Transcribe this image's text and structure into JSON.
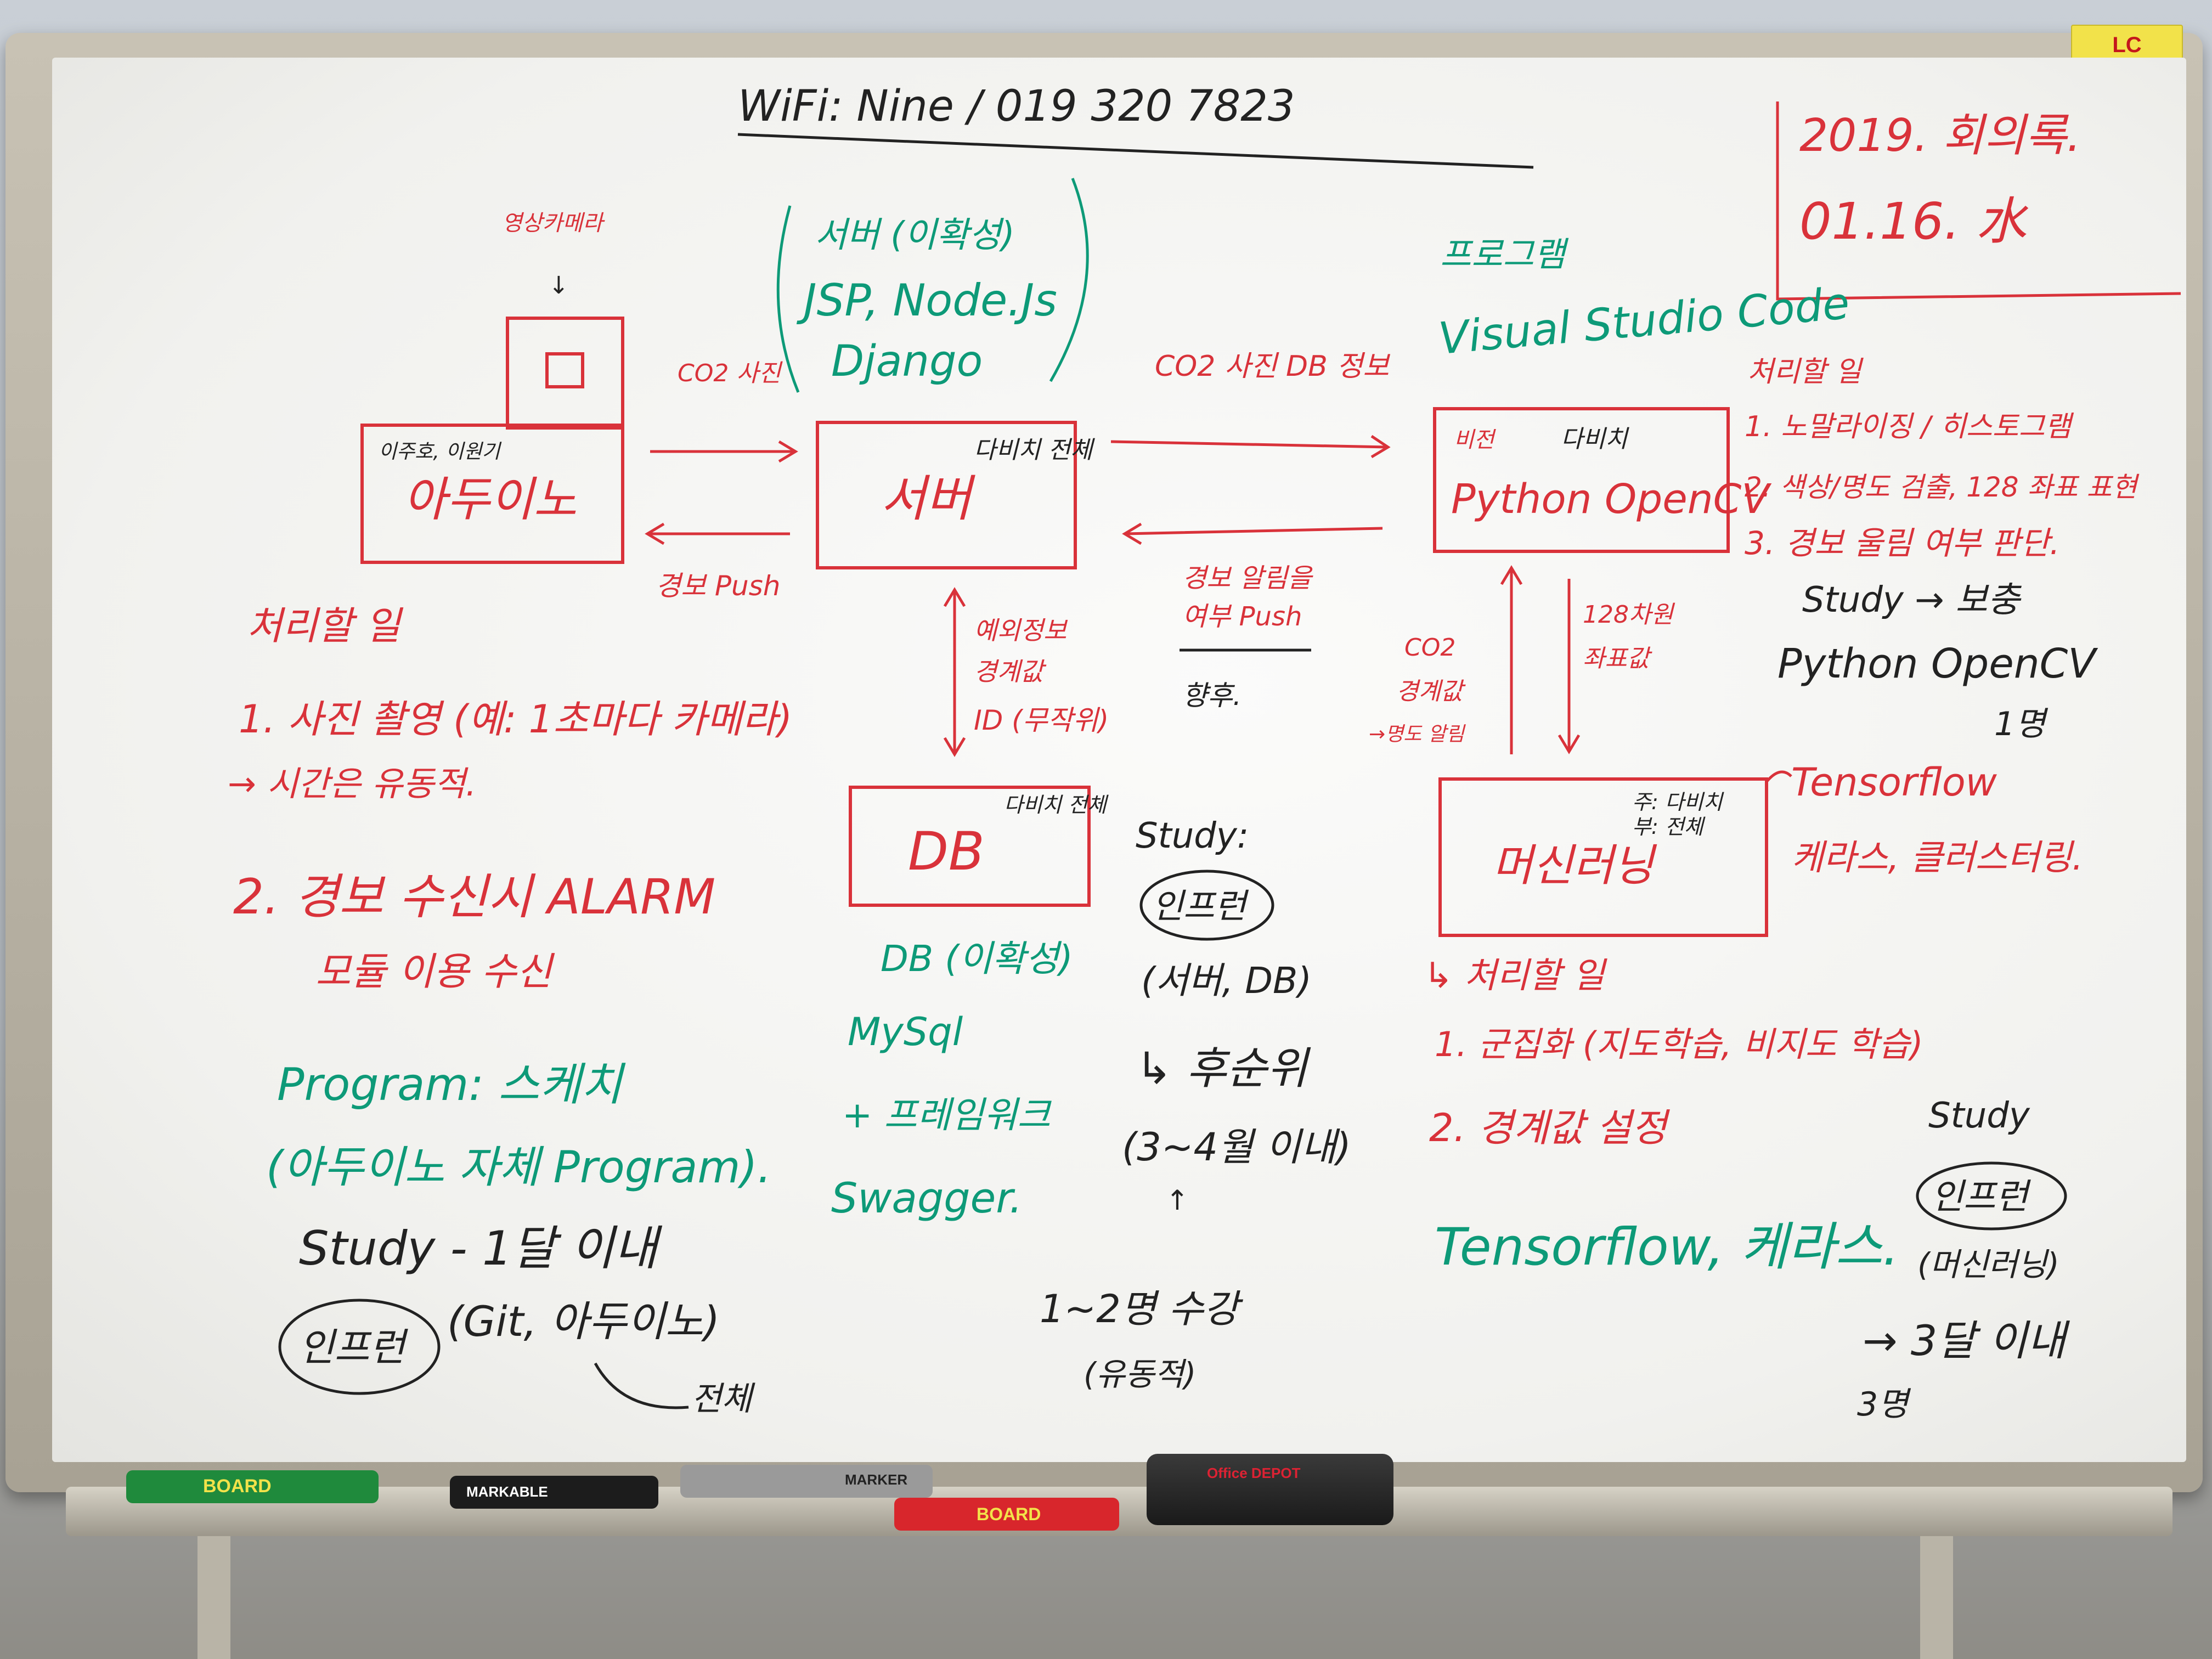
{
  "colors": {
    "red_ink": "#d9323a",
    "green_ink": "#0d9a78",
    "black_ink": "#222222"
  },
  "brand": {
    "label": "LC"
  },
  "header": {
    "wifi": "WiFi: Nine / 019 320 7823",
    "meeting_title": "2019. 회의록.",
    "meeting_date": "01.16. 水"
  },
  "camera": {
    "label": "영상카메라",
    "arrow": "↓"
  },
  "arduino": {
    "owners": "이주호, 이원기",
    "title": "아두이노",
    "to_server": "CO2 사진",
    "from_server": "경보 Push"
  },
  "server_stack": {
    "line1": "서버 (이확성)",
    "line2": "JSP, Node.Js",
    "line3": "Django"
  },
  "server": {
    "owner": "다비치 전체",
    "title": "서버",
    "to_vision": "CO2 사진 DB 정보",
    "from_vision_1": "경보 알림을",
    "from_vision_2": "여부 Push",
    "future": "향후."
  },
  "db_link": {
    "line1": "예외정보",
    "line2": "경계값",
    "line3": "ID (무작위)"
  },
  "db": {
    "owner": "다비치 전체",
    "title": "DB",
    "stack1": "DB (이확성)",
    "stack2": "MySql",
    "stack3": "+ 프레임워크",
    "stack4": "Swagger."
  },
  "vision": {
    "program_label": "프로그램",
    "program": "Visual Studio Code",
    "vision_label": "비전",
    "owner": "다비치",
    "title": "Python OpenCV",
    "up_1": "CO2",
    "up_2": "경계값",
    "up_3": "→명도 알림",
    "down_1": "128차원",
    "down_2": "좌표값"
  },
  "vision_tasks": {
    "title": "처리할 일",
    "item1": "1. 노말라이징 / 히스토그램",
    "item2": "2. 색상/명도 검출, 128 좌표 표현",
    "item3": "3. 경보 울림 여부 판단.",
    "study": "Study → 보충",
    "study2": "Python OpenCV",
    "study3": "1명"
  },
  "ml": {
    "owners_1": "주: 다비치",
    "owners_2": "부: 전체",
    "title": "머신러닝",
    "tool1": "Tensorflow",
    "tool2": "케라스, 클러스터링."
  },
  "ml_tasks": {
    "title": "↳ 처리할 일",
    "item1": "1. 군집화 (지도학습, 비지도 학습)",
    "item2": "2. 경계값 설정",
    "tools": "Tensorflow, 케라스.",
    "study": "Study",
    "course": "인프런",
    "course_topic": "(머신러닝)",
    "period": "→ 3달 이내",
    "people": "3명"
  },
  "arduino_tasks": {
    "title": "처리할 일",
    "item1": "1. 사진 촬영 (예: 1초마다 카메라)",
    "item1b": "→ 시간은 유동적.",
    "item2": "2. 경보 수신시 ALARM",
    "item2b": "모듈 이용 수신",
    "program": "Program: 스케치",
    "program2": "(아두이노 자체 Program).",
    "study": "Study - 1달 이내",
    "course": "인프런",
    "course_topic": "(Git, 아두이노)",
    "whole": "전체"
  },
  "server_study": {
    "title": "Study:",
    "course": "인프런",
    "topic": "(서버, DB)",
    "priority": "↳ 후순위",
    "period": "(3~4월 이내)",
    "arrow": "↑",
    "attend": "1~2명 수강",
    "flex": "(유동적)"
  },
  "tray_items": {
    "marker1": "BOARD",
    "marker2": "MARKABLE",
    "marker3": "MARKER",
    "marker4": "BOARD",
    "eraser": "Office DEPOT"
  }
}
